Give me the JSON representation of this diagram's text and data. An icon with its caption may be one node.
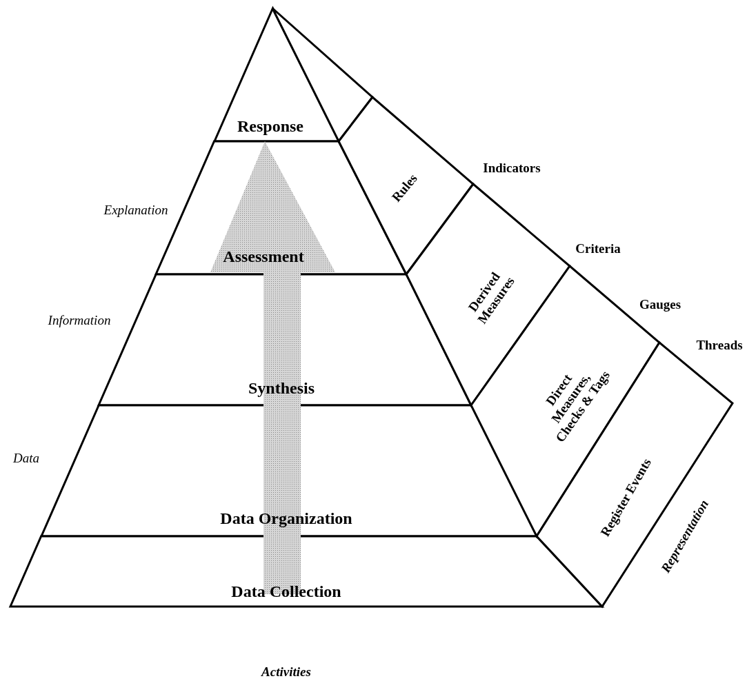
{
  "diagram": {
    "nodes": [
      {
        "text": [
          "Response"
        ]
      },
      {
        "text": [
          "Assessment"
        ]
      },
      {
        "text": [
          "Synthesis"
        ]
      },
      {
        "text": [
          "Data Organization"
        ]
      },
      {
        "text": [
          "Data Collection"
        ]
      },
      {
        "text": [],
        "shape": "triangle"
      },
      {
        "text": [
          "Rules"
        ]
      },
      {
        "text": [
          "Derived Measures"
        ]
      },
      {
        "text": [
          "Direct Measures, Checks & Tags"
        ]
      },
      {
        "text": [
          "Register Events"
        ]
      }
    ],
    "edges": [
      {
        "from": 4,
        "to": 0,
        "arrow": "to",
        "style": "thick"
      }
    ],
    "labels": [
      "Indicators",
      "Explanation",
      "Criteria",
      "Gauges",
      "Threads",
      "Information",
      "Data",
      "Representation",
      "Activities"
    ]
  }
}
